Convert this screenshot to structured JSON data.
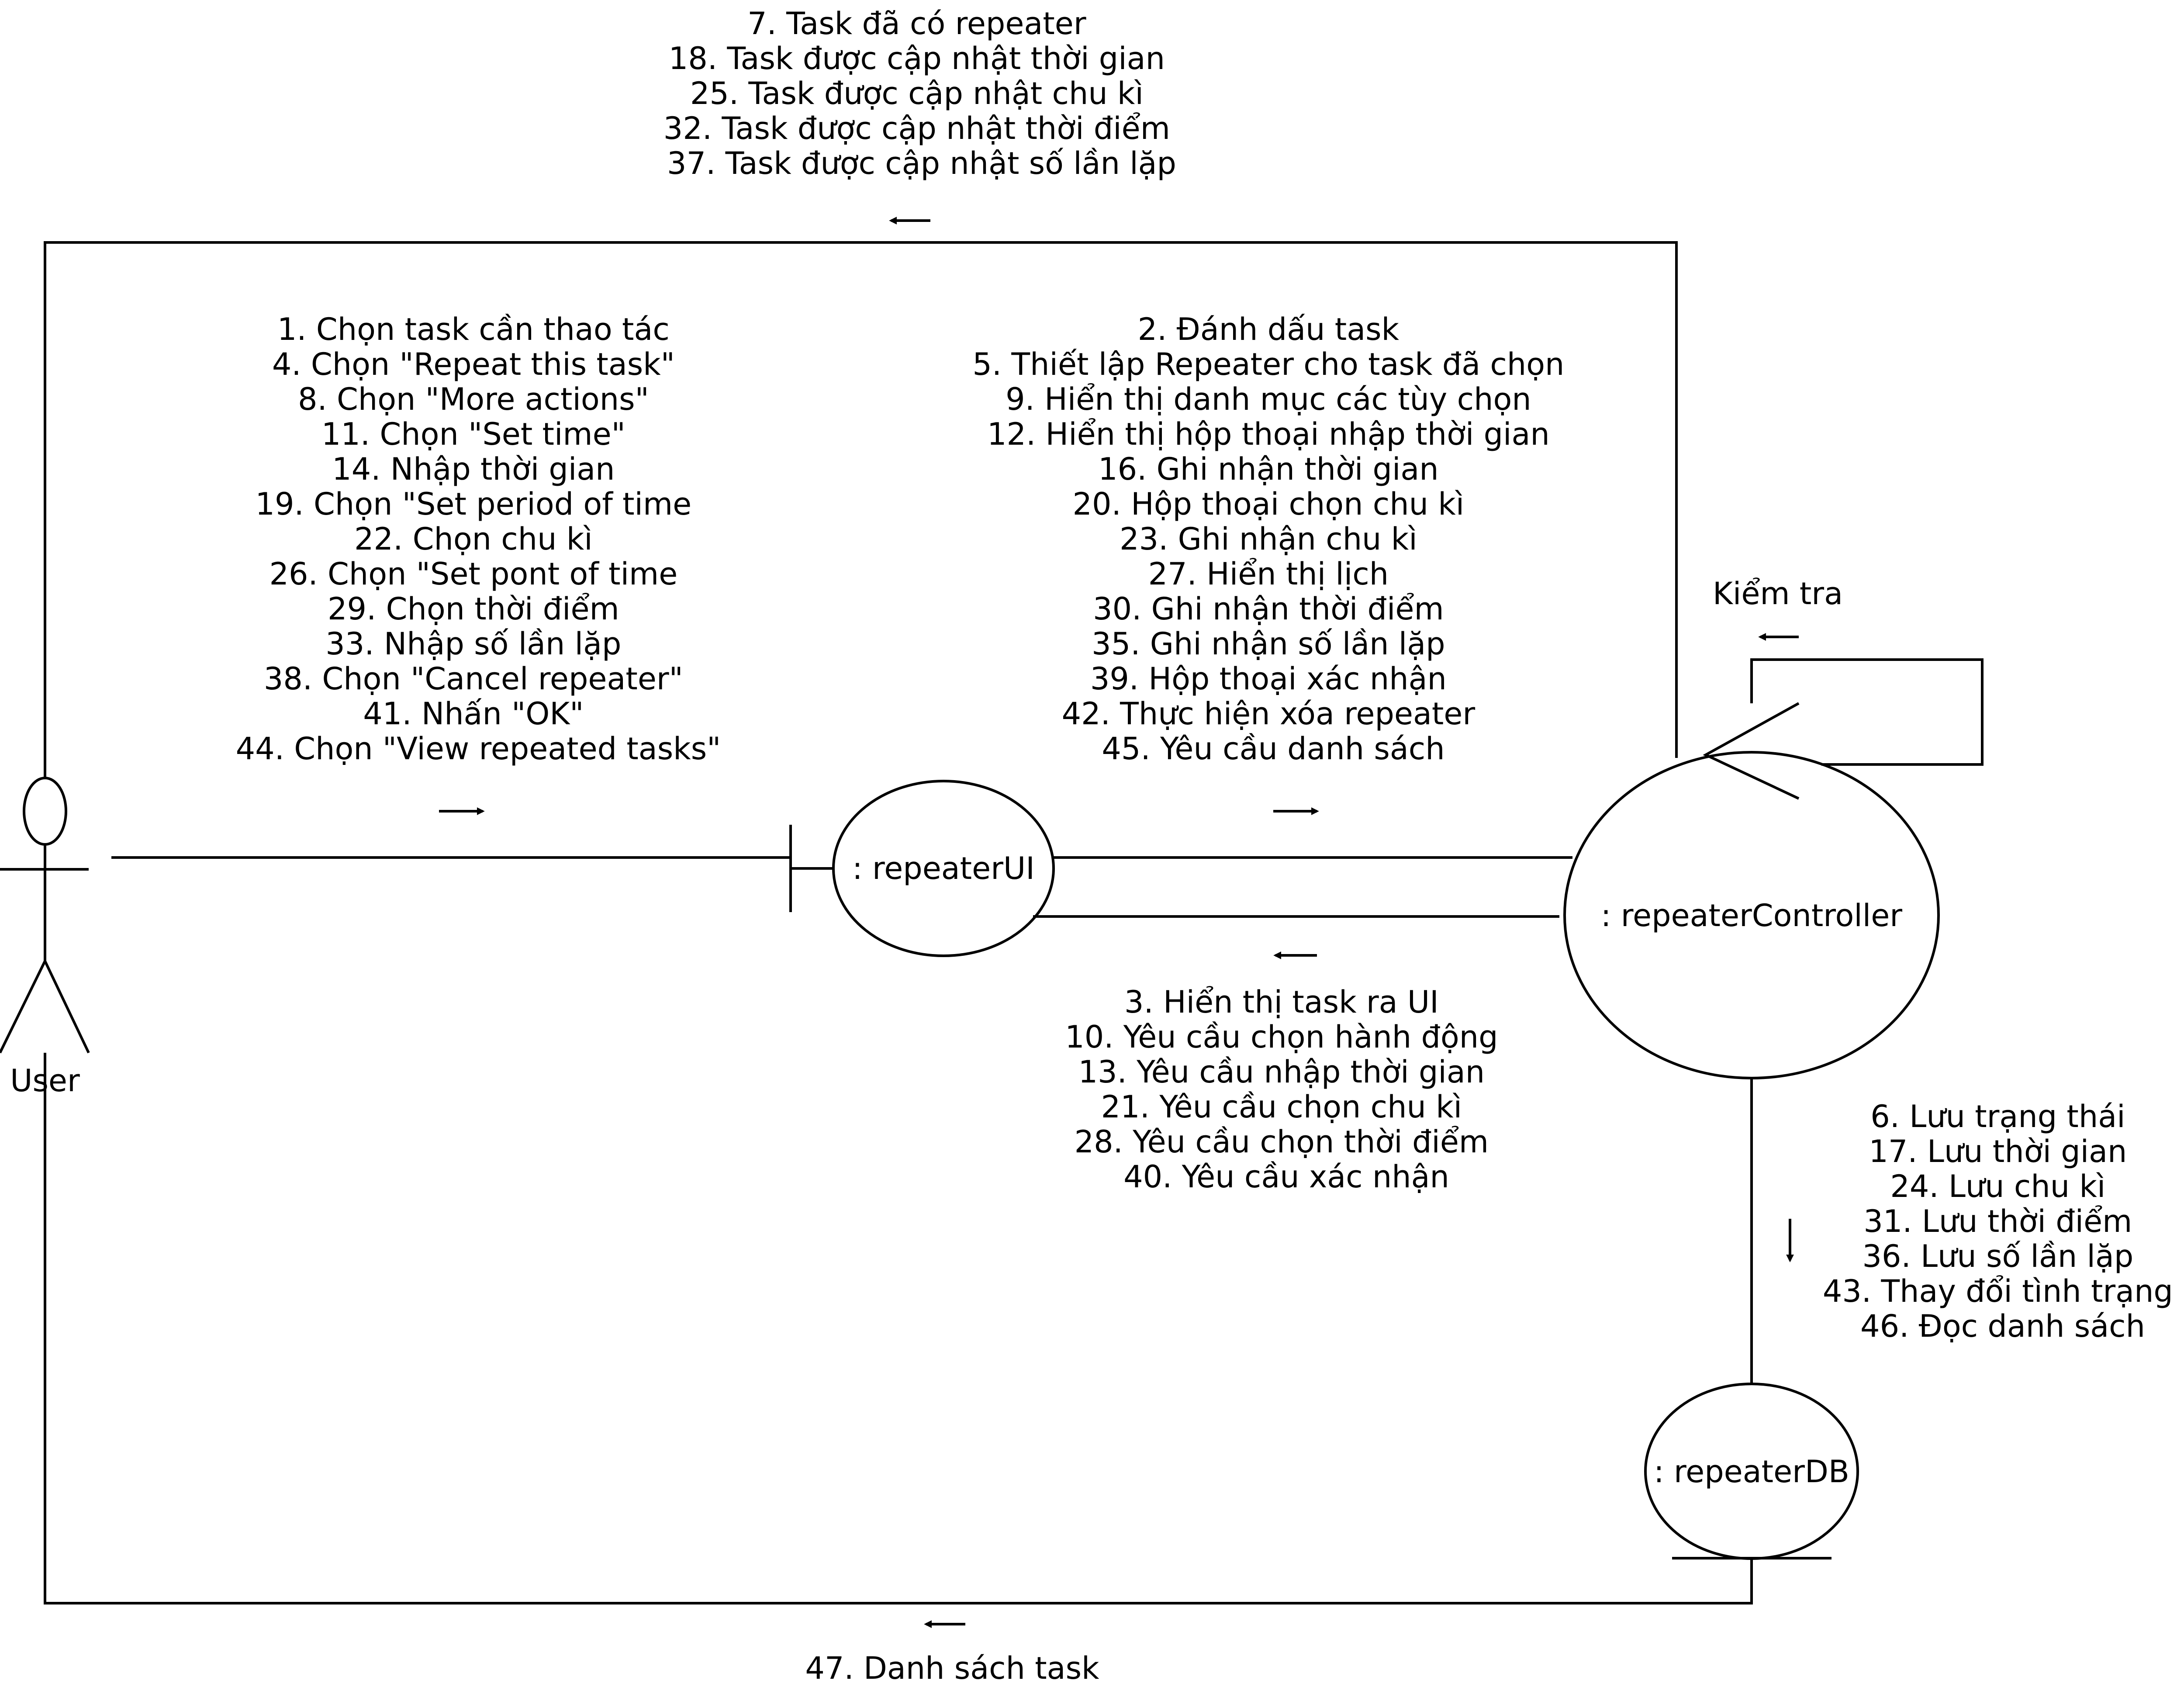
{
  "actor": {
    "label": "User"
  },
  "objects": {
    "ui": ": repeaterUI",
    "controller": ": repeaterController",
    "db": ": repeaterDB"
  },
  "messages": {
    "top": [
      "7. Task đã có repeater",
      "18. Task được cập nhật thời gian",
      "25. Task được cập nhật chu kì",
      "32. Task được cập nhật thời điểm",
      "37. Task được cập nhật số lần lặp"
    ],
    "user_to_ui": [
      "1. Chọn task cần thao tác",
      "4. Chọn \"Repeat this task\"",
      "8. Chọn \"More actions\"",
      "11. Chọn \"Set time\"",
      "14. Nhập thời gian",
      "19. Chọn \"Set period of time",
      "22. Chọn chu kì",
      "26. Chọn \"Set pont of time",
      "29. Chọn thời điểm",
      "33. Nhập số lần lặp",
      "38. Chọn \"Cancel repeater\"",
      "41. Nhấn \"OK\"",
      "44. Chọn \"View repeated tasks\""
    ],
    "ui_to_controller": [
      "2. Đánh dấu task",
      "5. Thiết lập Repeater cho task đã chọn",
      "9. Hiển thị danh mục các tùy chọn",
      "12. Hiển thị hộp thoại nhập thời gian",
      "16. Ghi nhận thời gian",
      "20. Hộp thoại chọn chu kì",
      "23. Ghi nhận chu kì",
      "27. Hiển thị lịch",
      "30. Ghi nhận thời điểm",
      "35. Ghi nhận số lần lặp",
      "39. Hộp thoại xác nhận",
      "42. Thực hiện xóa repeater",
      "45. Yêu cầu danh sách"
    ],
    "controller_to_ui": [
      "3. Hiển thị task ra UI",
      "10. Yêu cầu chọn hành động",
      "13. Yêu cầu nhập thời gian",
      "21. Yêu cầu chọn chu kì",
      "28. Yêu cầu chọn thời điểm",
      "40. Yêu cầu xác nhận"
    ],
    "self_check": "Kiểm tra",
    "controller_to_db": [
      "6. Lưu trạng thái",
      "17. Lưu thời gian",
      "24. Lưu chu kì",
      "31. Lưu thời điểm",
      "36. Lưu số lần lặp",
      "43. Thay đổi tình trạng",
      "46. Đọc danh sách"
    ],
    "db_to_user": [
      "47. Danh sách task"
    ]
  }
}
